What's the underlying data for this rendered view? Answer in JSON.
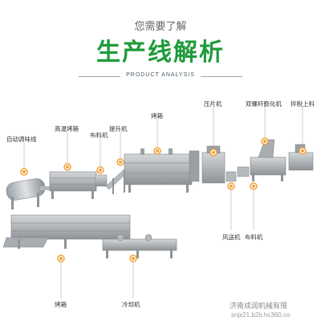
{
  "header": {
    "subtitle": "您需要了解",
    "title": "生产线解析",
    "analysis": "PRODUCT ANALYSIS"
  },
  "labels": {
    "auto_seasoning": "自动调味线",
    "high_temp_oven": "高温烤箱",
    "distributor_1": "布料机",
    "hoist": "提升机",
    "oven_top": "烤箱",
    "flaker": "压片机",
    "twin_screw": "双螺杆膨化机",
    "mixer": "拌粉上料",
    "blower": "风送机",
    "distributor_2": "布料机",
    "oven_bottom": "烤箱",
    "cooler": "冷却机"
  },
  "watermark": {
    "company": "济南成润机械有限",
    "site": "snjx21.b2b.hc360.co"
  },
  "colors": {
    "title_green": "#1f9b3a",
    "marker_orange": "#f2a33a",
    "machine_gray": "#a9adb1",
    "leader_line": "#cfcfcf"
  }
}
